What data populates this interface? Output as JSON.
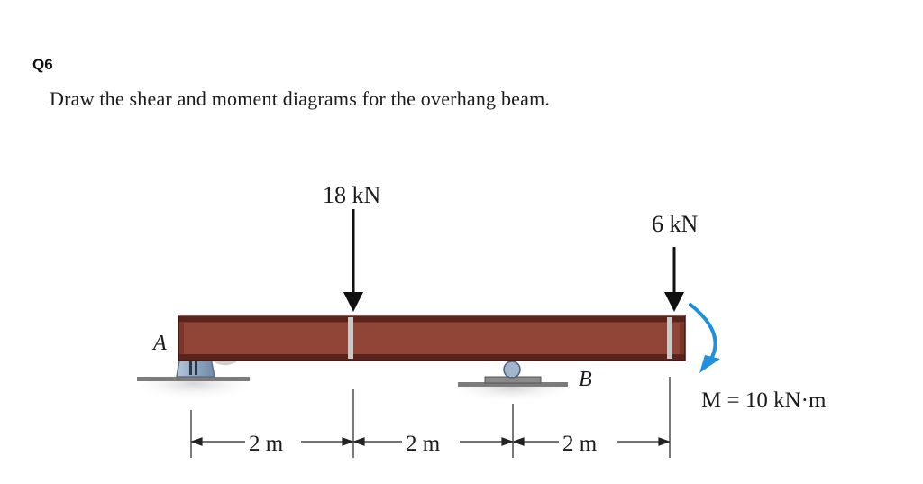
{
  "question": {
    "number": "Q6",
    "prompt": "Draw the shear and moment diagrams for the overhang beam."
  },
  "diagram": {
    "support_a_label": "A",
    "support_b_label": "B",
    "load_1": "18 kN",
    "load_2": "6 kN",
    "moment": "M = 10 kN·m",
    "span_1": "2 m",
    "span_2": "2 m",
    "span_3": "2 m",
    "colors": {
      "beam_web": "#8b3e32",
      "beam_flange": "#6e2d24",
      "support": "#9ab0c8",
      "moment_arrow": "#1e90e0",
      "ground": "#c8c8c8"
    }
  }
}
